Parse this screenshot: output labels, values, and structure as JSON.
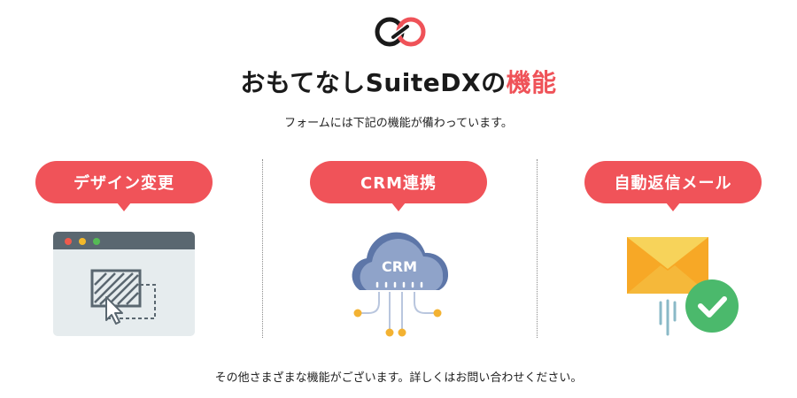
{
  "header": {
    "title_main": "おもてなしSuiteDX",
    "title_no": "の",
    "title_accent": "機能",
    "subtitle": "フォームには下記の機能が備わっています。"
  },
  "features": [
    {
      "label": "デザイン変更"
    },
    {
      "label": "CRM連携",
      "icon_text": "CRM"
    },
    {
      "label": "自動返信メール"
    }
  ],
  "footer": {
    "note": "その他さまざまな機能がございます。詳しくはお問い合わせください。"
  },
  "colors": {
    "accent": "#f05359",
    "window_bar": "#5a6770",
    "cloud": "#7d93b9",
    "envelope": "#f4c23a",
    "check": "#4bb96c",
    "node": "#f3b232"
  }
}
